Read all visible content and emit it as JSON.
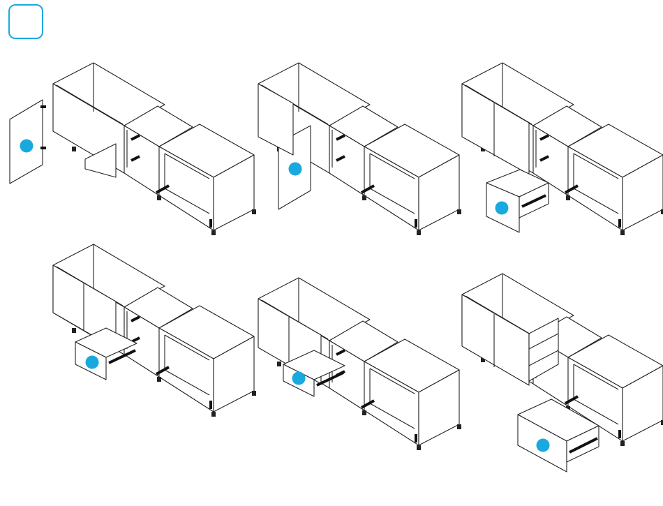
{
  "step_indicator": {
    "label": ""
  },
  "colors": {
    "accent": "#1aa9df",
    "line": "#222222",
    "rail": "#111111"
  },
  "panels": [
    {
      "id": "panel-1",
      "part": "door",
      "marker": true
    },
    {
      "id": "panel-2",
      "part": "door",
      "marker": true
    },
    {
      "id": "panel-3",
      "part": "drawer",
      "marker": true
    },
    {
      "id": "panel-4",
      "part": "drawer",
      "marker": true
    },
    {
      "id": "panel-5",
      "part": "drawer",
      "marker": true
    },
    {
      "id": "panel-6",
      "part": "drawer",
      "marker": true
    }
  ]
}
